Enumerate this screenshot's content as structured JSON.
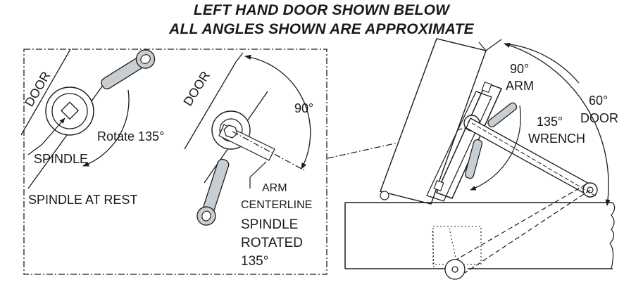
{
  "header": {
    "line1": "LEFT HAND DOOR SHOWN BELOW",
    "line2": "ALL ANGLES SHOWN ARE APPROXIMATE"
  },
  "left_panel": {
    "door_label": "DOOR",
    "rotate_label": "Rotate 135°",
    "spindle_label": "SPINDLE",
    "rest_caption": "SPINDLE AT REST"
  },
  "middle_panel": {
    "door_label": "DOOR",
    "angle_label": "90°",
    "arm_centerline_line1": "ARM",
    "arm_centerline_line2": "CENTERLINE",
    "rotated_line1": "SPINDLE",
    "rotated_line2": "ROTATED",
    "rotated_line3": "135°"
  },
  "right_panel": {
    "arm_angle": "90°",
    "arm_label": "ARM",
    "wrench_angle": "135°",
    "wrench_label": "WRENCH",
    "door_angle": "60°",
    "door_label": "DOOR"
  },
  "colors": {
    "line": "#1a1a1a",
    "wrench_fill": "#c9ced3",
    "background": "#ffffff"
  }
}
